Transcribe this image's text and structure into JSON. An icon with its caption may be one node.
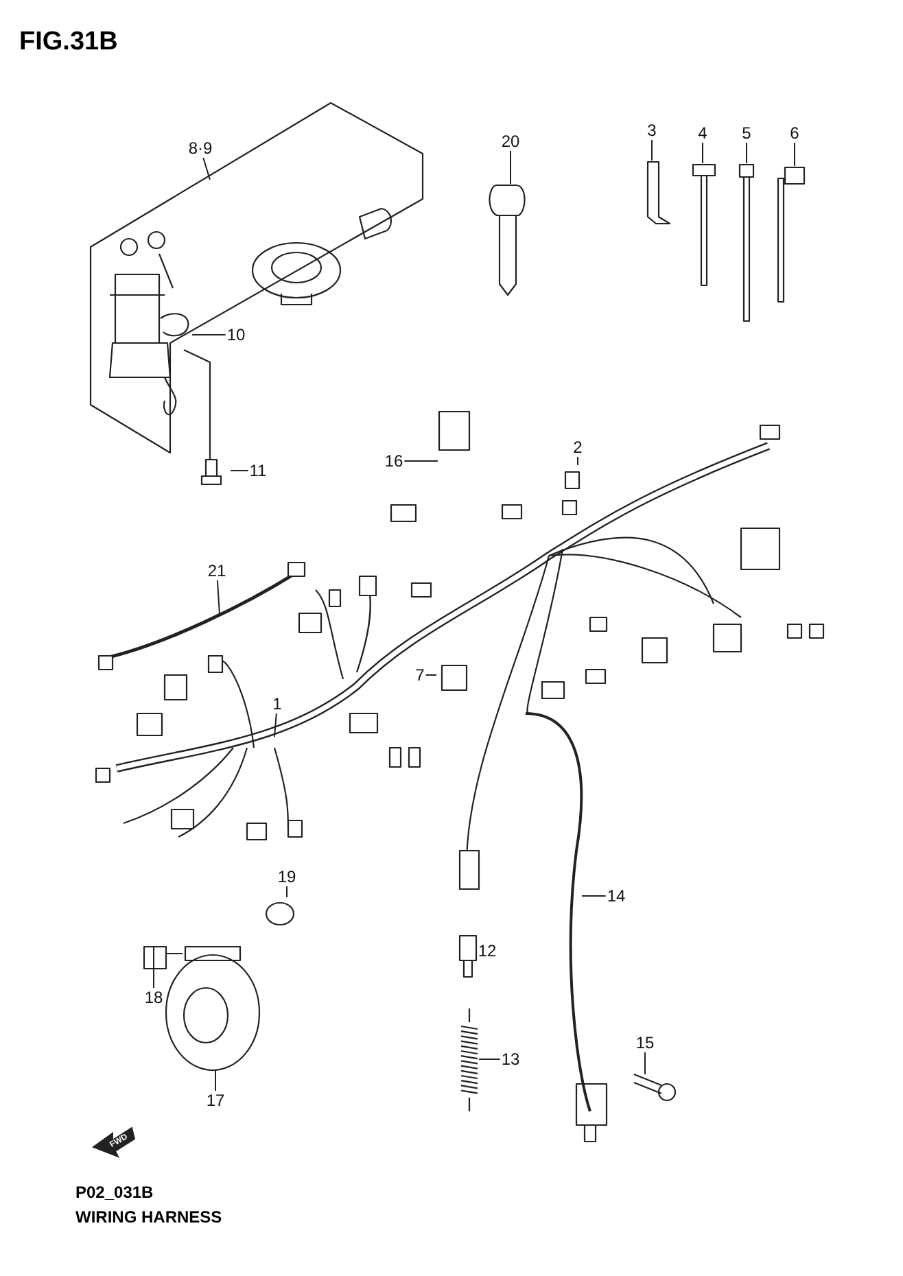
{
  "diagram": {
    "title": "FIG.31B",
    "nodes": [
      {
        "text": [
          "8·9"
        ]
      },
      {
        "text": [
          "20"
        ]
      },
      {
        "text": [
          "3"
        ]
      },
      {
        "text": [
          "4"
        ]
      },
      {
        "text": [
          "5"
        ]
      },
      {
        "text": [
          "6"
        ]
      },
      {
        "text": [
          "10"
        ]
      },
      {
        "text": [
          "16"
        ]
      },
      {
        "text": [
          "2"
        ]
      },
      {
        "text": [
          "11"
        ]
      },
      {
        "text": [
          "21"
        ]
      },
      {
        "text": [
          "7"
        ]
      },
      {
        "text": [
          "1"
        ]
      },
      {
        "text": [
          "14"
        ]
      },
      {
        "text": [
          "19"
        ]
      },
      {
        "text": [
          "12"
        ]
      },
      {
        "text": [
          "18"
        ]
      },
      {
        "text": [
          "13"
        ]
      },
      {
        "text": [
          "15"
        ]
      },
      {
        "text": [
          "17"
        ]
      }
    ],
    "edges": [
      {
        "from": 0,
        "to": null,
        "arrow": "none"
      },
      {
        "from": 1,
        "to": null,
        "arrow": "none"
      },
      {
        "from": 2,
        "to": null,
        "arrow": "none"
      },
      {
        "from": 3,
        "to": null,
        "arrow": "none"
      },
      {
        "from": 4,
        "to": null,
        "arrow": "none"
      },
      {
        "from": 5,
        "to": null,
        "arrow": "none"
      },
      {
        "from": 6,
        "to": null,
        "arrow": "none"
      },
      {
        "from": 7,
        "to": null,
        "arrow": "none"
      },
      {
        "from": 8,
        "to": null,
        "arrow": "none"
      },
      {
        "from": 9,
        "to": null,
        "arrow": "none"
      },
      {
        "from": 10,
        "to": null,
        "arrow": "none"
      },
      {
        "from": 11,
        "to": null,
        "arrow": "none"
      },
      {
        "from": 12,
        "to": null,
        "arrow": "none"
      },
      {
        "from": 13,
        "to": null,
        "arrow": "none"
      },
      {
        "from": 14,
        "to": null,
        "arrow": "none"
      },
      {
        "from": 15,
        "to": null,
        "arrow": "none"
      },
      {
        "from": 16,
        "to": null,
        "arrow": "none"
      },
      {
        "from": 17,
        "to": null,
        "arrow": "none"
      },
      {
        "from": 18,
        "to": null,
        "arrow": "none"
      },
      {
        "from": 19,
        "to": null,
        "arrow": "none"
      }
    ],
    "labels": [
      "FWD",
      "P02_031B",
      "WIRING HARNESS"
    ]
  }
}
